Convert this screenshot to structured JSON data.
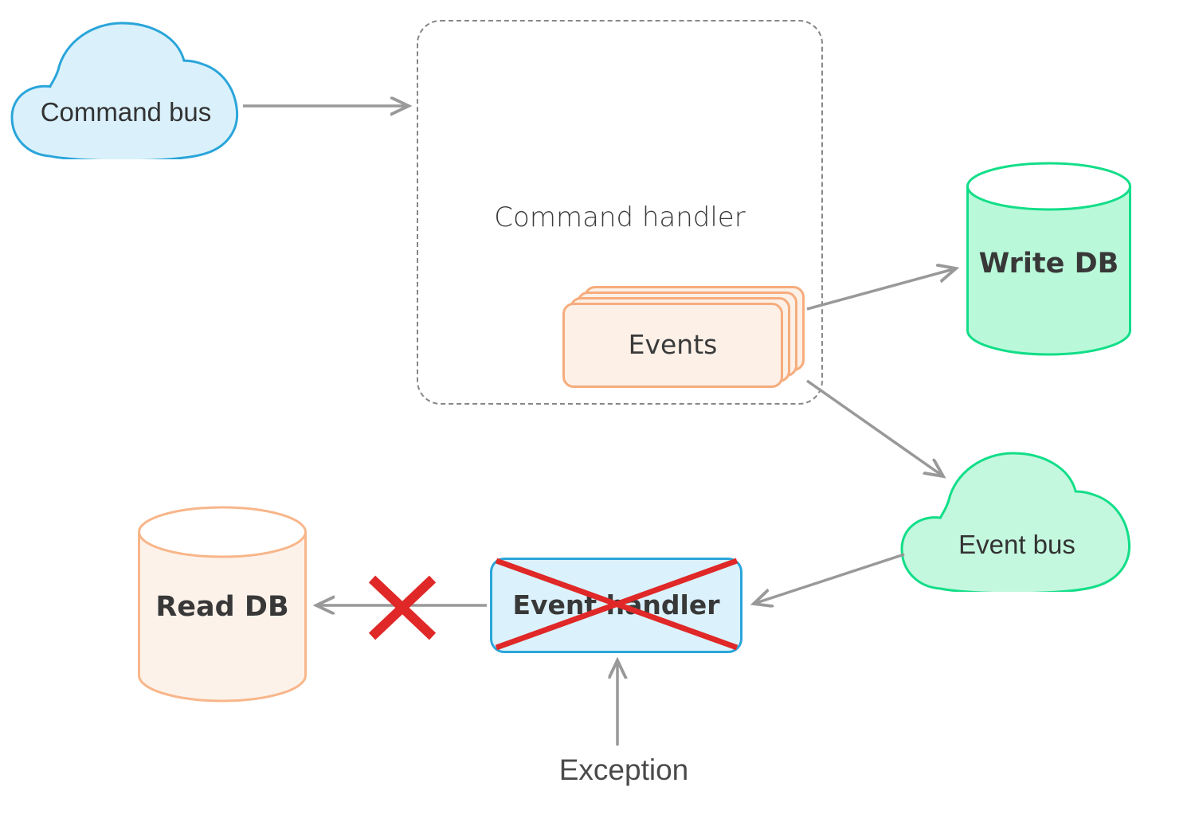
{
  "nodes": {
    "command_bus": {
      "label": "Command bus",
      "shape": "cloud"
    },
    "command_handler": {
      "label": "Command handler",
      "shape": "dashed-container"
    },
    "events": {
      "label": "Events",
      "shape": "stacked-cards",
      "stack_count": 4
    },
    "write_db": {
      "label": "Write DB",
      "shape": "cylinder"
    },
    "event_bus": {
      "label": "Event bus",
      "shape": "cloud"
    },
    "event_handler": {
      "label": "Event handler",
      "shape": "rectangle",
      "crossed_out": true
    },
    "read_db": {
      "label": "Read DB",
      "shape": "cylinder"
    },
    "exception": {
      "label": "Exception",
      "shape": "text"
    }
  },
  "edges": [
    {
      "from": "command_bus",
      "to": "command_handler",
      "blocked": false
    },
    {
      "from": "events",
      "to": "write_db",
      "blocked": false
    },
    {
      "from": "command_handler",
      "to": "event_bus",
      "blocked": false
    },
    {
      "from": "event_bus",
      "to": "event_handler",
      "blocked": false
    },
    {
      "from": "event_handler",
      "to": "read_db",
      "blocked": true
    },
    {
      "from": "exception",
      "to": "event_handler",
      "blocked": false
    }
  ],
  "colors": {
    "blue_border": "#2aa5da",
    "blue_fill": "#daf1fb",
    "green_border": "#12de88",
    "mint_fill": "#b9f9da",
    "mint_cloud_fill": "#c3f7de",
    "orange_border": "#f6ac7c",
    "peach_fill": "#fcf0e7",
    "arrow_gray": "#999999",
    "dash_gray": "#878787",
    "cross_red": "#df2827",
    "text_dark": "#383838"
  }
}
